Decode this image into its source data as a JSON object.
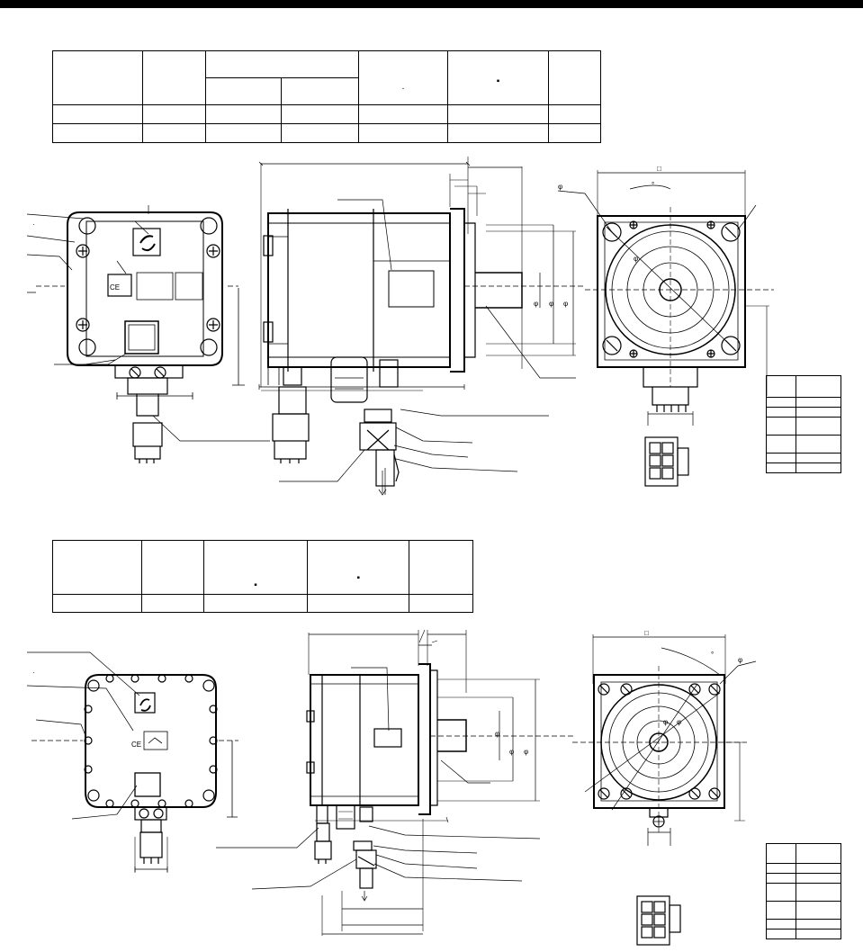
{
  "page": {
    "labels": {
      "dot": "·",
      "phi": "φ",
      "square": "□",
      "deg": "°",
      "ce": "CE"
    }
  },
  "table_top": {
    "rows": 4,
    "cols": 7
  },
  "table_bottom": {
    "rows": 2,
    "cols": 5
  },
  "pin_table_top": {
    "rows": 7
  },
  "pin_table_bottom": {
    "rows": 7
  },
  "colors": {
    "line": "#000000",
    "background": "#ffffff"
  }
}
